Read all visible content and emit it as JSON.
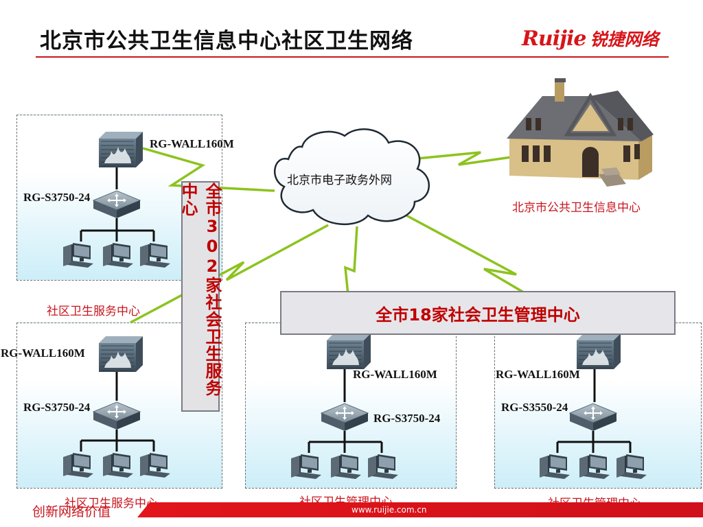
{
  "title": "北京市公共卫生信息中心社区卫生网络",
  "logo": {
    "en": "Ruijie",
    "cn": "锐捷网络"
  },
  "cloud": {
    "label": "北京市电子政务外网"
  },
  "hq": {
    "label": "北京市公共卫生信息中心"
  },
  "banners": {
    "vertical": "全市302家社会卫生服务中心",
    "horizontal": "全市18家社会卫生管理中心"
  },
  "zones": {
    "top_left": {
      "firewall": "RG-WALL160M",
      "switch": "RG-S3750-24",
      "caption": "社区卫生服务中心"
    },
    "bottom_left": {
      "firewall": "RG-WALL160M",
      "switch": "RG-S3750-24",
      "caption": "社区卫生服务中心"
    },
    "bottom_mid": {
      "firewall": "RG-WALL160M",
      "switch": "RG-S3750-24",
      "caption": "社区卫生管理中心"
    },
    "bottom_right": {
      "firewall": "RG-WALL160M",
      "switch": "RG-S3550-24",
      "caption": "社区卫生管理中心"
    }
  },
  "footer": {
    "slogan": "创新网络价值",
    "url": "www.ruijie.com.cn"
  },
  "colors": {
    "accent_red": "#c9151e",
    "link_green": "#8cc31e",
    "banner_text": "#c00000"
  }
}
